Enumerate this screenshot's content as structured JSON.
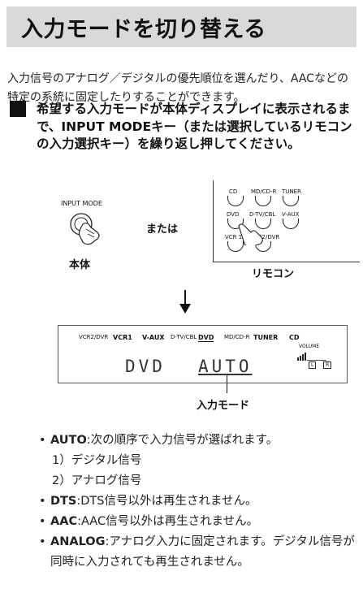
{
  "title": "入力モードを切り替える",
  "intro": "入力信号のアナログ／デジタルの優先順位を選んだり、AACなどの特定の系統に固定したりすることができます。",
  "step": "希望する入力モードが本体ディスプレイに表示されるまで、INPUT MODEキー（または選択しているリモコンの入力選択キー）を繰り返し押してください。",
  "diagram": {
    "input_mode_label": "INPUT MODE",
    "or_label": "または",
    "main_unit_label": "本体",
    "remote_label": "リモコン",
    "remote_buttons": [
      "CD",
      "MD/CD-R",
      "TUNER",
      "DVD",
      "D-TV/CBL",
      "V-AUX",
      "VCR 1",
      "VCR2/DVR"
    ]
  },
  "display": {
    "inputs": [
      "VCR2/DVR",
      "VCR1",
      "V-AUX",
      "D-TV/CBL",
      "DVD",
      "MD/CD-R",
      "TUNER",
      "CD"
    ],
    "volume_label": "VOLUME",
    "left": "L",
    "right": "R",
    "source": "DVD",
    "mode": "AUTO",
    "caption": "入力モード"
  },
  "bullets": [
    {
      "key": "AUTO",
      "text": "次の順序で入力信号が選ばれます。"
    },
    {
      "key": "",
      "text": "1）デジタル信号"
    },
    {
      "key": "",
      "text": "2）アナログ信号"
    },
    {
      "key": "DTS",
      "text": "DTS信号以外は再生されません。"
    },
    {
      "key": "AAC",
      "text": "AAC信号以外は再生されません。"
    },
    {
      "key": "ANALOG",
      "text": "アナログ入力に固定されます。デジタル信号が同時に入力されても再生されません。"
    }
  ]
}
